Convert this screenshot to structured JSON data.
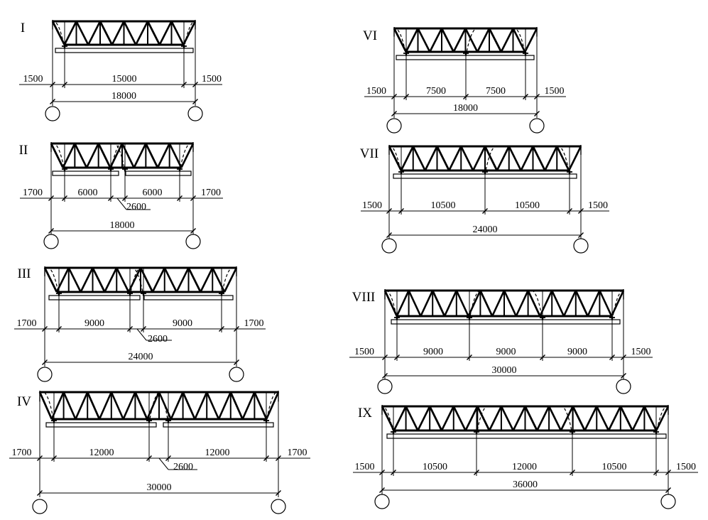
{
  "stroke_color": "#000000",
  "background_color": "#ffffff",
  "schemes": [
    {
      "id": "I",
      "label": "I",
      "panels": 6,
      "gap_label": "",
      "top_labels": [
        {
          "text": "1500"
        },
        {
          "text": "15000"
        },
        {
          "text": "1500"
        }
      ],
      "total_label": "18000"
    },
    {
      "id": "II",
      "label": "II",
      "panels": 6,
      "gap_label": "2600",
      "top_labels": [
        {
          "text": "1700"
        },
        {
          "text": "6000"
        },
        {
          "text": "6000"
        },
        {
          "text": "1700"
        }
      ],
      "total_label": "18000"
    },
    {
      "id": "III",
      "label": "III",
      "panels": 8,
      "gap_label": "2600",
      "top_labels": [
        {
          "text": "1700"
        },
        {
          "text": "9000"
        },
        {
          "text": "9000"
        },
        {
          "text": "1700"
        }
      ],
      "total_label": "24000"
    },
    {
      "id": "IV",
      "label": "IV",
      "panels": 10,
      "gap_label": "2600",
      "top_labels": [
        {
          "text": "1700"
        },
        {
          "text": "12000"
        },
        {
          "text": "12000"
        },
        {
          "text": "1700"
        }
      ],
      "total_label": "30000"
    },
    {
      "id": "VI",
      "label": "VI",
      "panels": 6,
      "gap_label": "",
      "top_labels": [
        {
          "text": "1500"
        },
        {
          "text": "7500"
        },
        {
          "text": "7500"
        },
        {
          "text": "1500"
        }
      ],
      "total_label": "18000"
    },
    {
      "id": "VII",
      "label": "VII",
      "panels": 8,
      "gap_label": "",
      "top_labels": [
        {
          "text": "1500"
        },
        {
          "text": "10500"
        },
        {
          "text": "10500"
        },
        {
          "text": "1500"
        }
      ],
      "total_label": "24000"
    },
    {
      "id": "VIII",
      "label": "VIII",
      "panels": 10,
      "gap_label": "",
      "top_labels": [
        {
          "text": "1500"
        },
        {
          "text": "9000"
        },
        {
          "text": "9000"
        },
        {
          "text": "9000"
        },
        {
          "text": "1500"
        }
      ],
      "total_label": "30000"
    },
    {
      "id": "IX",
      "label": "IX",
      "panels": 12,
      "gap_label": "",
      "top_labels": [
        {
          "text": "1500"
        },
        {
          "text": "10500"
        },
        {
          "text": "12000"
        },
        {
          "text": "10500"
        },
        {
          "text": "1500"
        }
      ],
      "total_label": "36000"
    }
  ]
}
